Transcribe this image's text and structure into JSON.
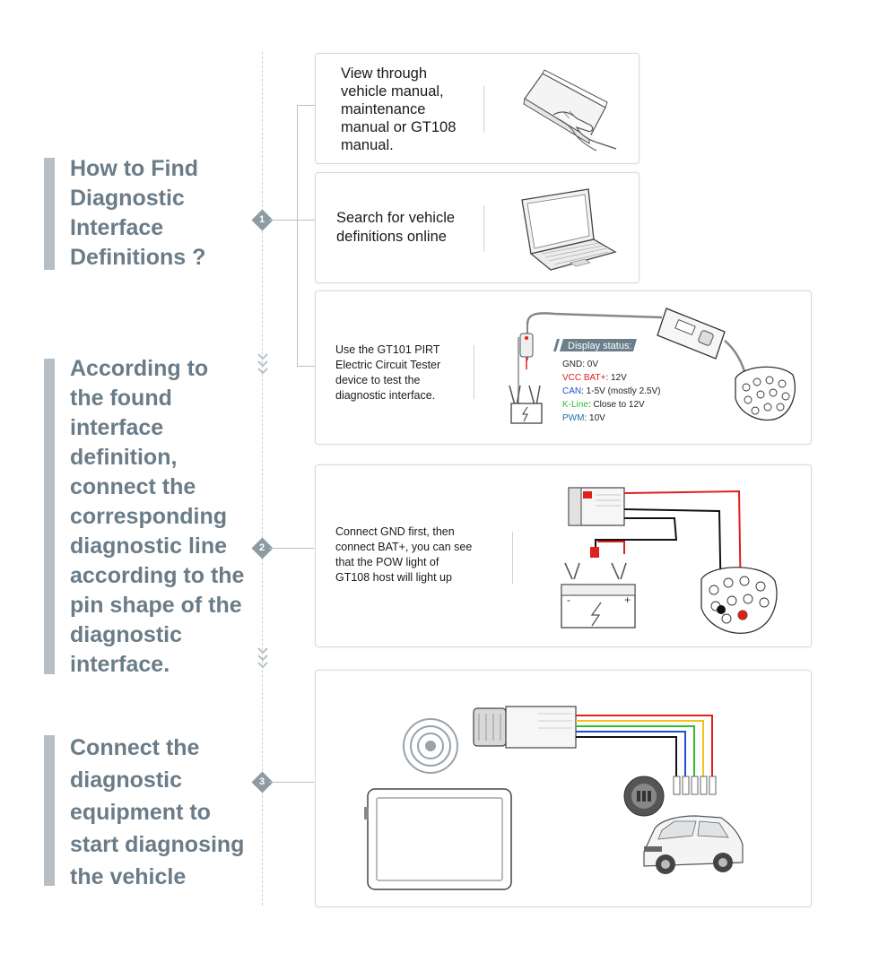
{
  "sections": [
    {
      "title_lines": [
        "How to Find",
        "Diagnostic",
        "Interface",
        "Definitions ?"
      ],
      "number": "1"
    },
    {
      "title_lines": [
        "According to",
        "the found",
        "interface",
        "definition,",
        "connect the",
        "corresponding",
        "diagnostic line",
        "according to the",
        "pin shape of the",
        "diagnostic",
        "interface."
      ],
      "number": "2"
    },
    {
      "title_lines": [
        "Connect the",
        "diagnostic",
        "equipment to",
        "start diagnosing",
        "the vehicle"
      ],
      "number": "3"
    }
  ],
  "cards": {
    "manual": {
      "lines": [
        "View through",
        "vehicle manual,",
        "maintenance",
        "manual or GT108",
        "manual."
      ],
      "image_icon": "hand-holding-book-icon"
    },
    "online": {
      "lines": [
        "Search for vehicle",
        "definitions online"
      ],
      "image_icon": "laptop-icon"
    },
    "tester": {
      "lines": [
        "Use the GT101 PIRT",
        "Electric Circuit Tester",
        "device to test the",
        "diagnostic interface."
      ],
      "display_title": "Display status:",
      "status": [
        {
          "label": "GND",
          "value": ": 0V",
          "color": "#222222"
        },
        {
          "label": "VCC BAT+",
          "value": ": 12V",
          "color": "#e0201b"
        },
        {
          "label": "CAN",
          "value": ": 1-5V  (mostly 2.5V)",
          "color": "#1f4fd6"
        },
        {
          "label": "K-Line",
          "value": ":  Close to 12V",
          "color": "#2fbf2a"
        },
        {
          "label": "PWM",
          "value": ": 10V",
          "color": "#1f6fa8"
        }
      ]
    },
    "connect": {
      "lines": [
        "Connect GND first, then",
        "connect BAT+, you can see",
        "that the POW light of",
        "GT108 host will light up"
      ],
      "battery_minus": "-",
      "battery_plus": "+"
    },
    "equipment": {
      "image_icons": [
        "tablet-icon",
        "wireless-signal-icon",
        "gt108-adapter-icon",
        "connector-icon",
        "suv-car-icon"
      ]
    }
  },
  "colors": {
    "bar": "#b6bfc6",
    "title": "#6a7c88",
    "diamond": "#8d9ba5",
    "accent_red": "#e0201b"
  }
}
